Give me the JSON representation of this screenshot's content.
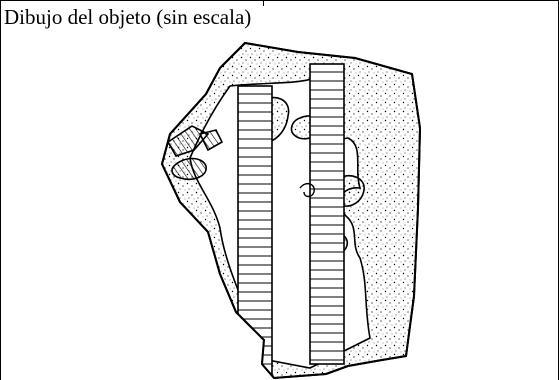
{
  "caption": "Dibujo del objeto (sin escala)",
  "colors": {
    "ink": "#000000",
    "paper": "#ffffff"
  },
  "figure": {
    "type": "line-drawing",
    "subject": "fragmento-de-objeto",
    "sections": [
      "cuerpo-punteado",
      "columnas-rayadas",
      "zona-lisa"
    ]
  }
}
